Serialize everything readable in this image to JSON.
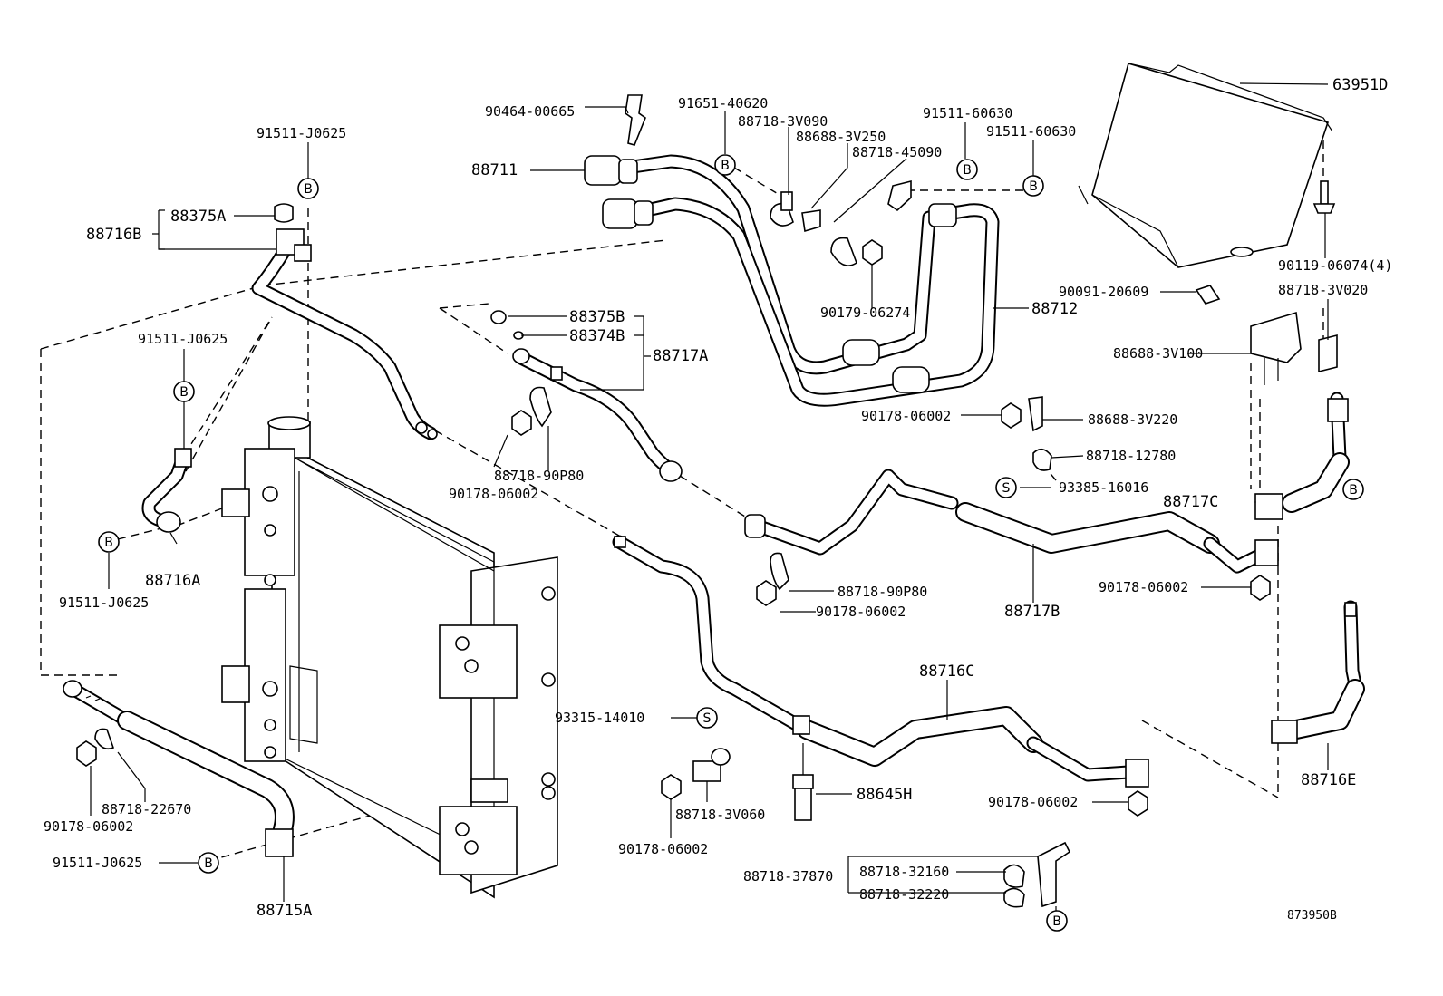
{
  "labels": {
    "p_90464_00665": "90464-00665",
    "p_91651_40620": "91651-40620",
    "p_88718_3V090": "88718-3V090",
    "p_88688_3V250": "88688-3V250",
    "p_88718_45090": "88718-45090",
    "p_91511_60630_a": "91511-60630",
    "p_91511_60630_b": "91511-60630",
    "p_63951D": "63951D",
    "p_91511_J0625_top": "91511-J0625",
    "p_88711": "88711",
    "p_88375A": "88375A",
    "p_88716B": "88716B",
    "p_90179_06274": "90179-06274",
    "p_88712": "88712",
    "p_90091_20609": "90091-20609",
    "p_88718_3V020": "88718-3V020",
    "p_90119_06074": "90119-06074(4)",
    "p_88375B": "88375B",
    "p_88374B": "88374B",
    "p_88717A": "88717A",
    "p_91511_J0625_mid": "91511-J0625",
    "p_88688_3V100": "88688-3V100",
    "p_90178_06002_a": "90178-06002",
    "p_88688_3V220": "88688-3V220",
    "p_88718_12780": "88718-12780",
    "p_88718_90P80_a": "88718-90P80",
    "p_90178_06002_b": "90178-06002",
    "p_93385_16016": "93385-16016",
    "p_88717C": "88717C",
    "p_88716A": "88716A",
    "p_91511_J0625_left": "91511-J0625",
    "p_88718_90P80_b": "88718-90P80",
    "p_90178_06002_c": "90178-06002",
    "p_90178_06002_d": "90178-06002",
    "p_88717B": "88717B",
    "p_88716C": "88716C",
    "p_93315_14010": "93315-14010",
    "p_88718_22670": "88718-22670",
    "p_90178_06002_e": "90178-06002",
    "p_88645H": "88645H",
    "p_90178_06002_f": "90178-06002",
    "p_88716E": "88716E",
    "p_88718_3V060": "88718-3V060",
    "p_91511_J0625_bot": "91511-J0625",
    "p_90178_06002_g": "90178-06002",
    "p_88718_32160": "88718-32160",
    "p_88718_37870": "88718-37870",
    "p_88718_32220": "88718-32220",
    "p_88715A": "88715A",
    "p_873950B": "873950B"
  },
  "symbols": {
    "bolt": "B",
    "screw": "S"
  }
}
